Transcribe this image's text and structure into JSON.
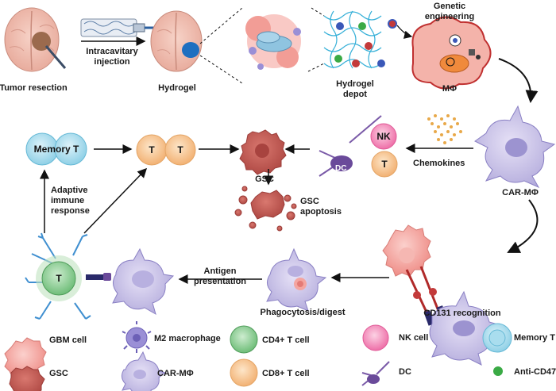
{
  "top_row": {
    "tumor_resection": "Tumor resection",
    "injection_line1": "Intracavitary",
    "injection_line2": "injection",
    "hydrogel": "Hydrogel",
    "depot_line1": "Hydrogel",
    "depot_line2": "depot",
    "genetic_line1": "Genetic",
    "genetic_line2": "engineering",
    "macrophage": "MΦ"
  },
  "middle": {
    "memory_t": "Memory T",
    "t": "T",
    "gsc": "GSC",
    "nk": "NK",
    "dc": "DC",
    "chemokines": "Chemokines",
    "car_m": "CAR-MΦ",
    "gsc_apoptosis_line1": "GSC",
    "gsc_apoptosis_line2": "apoptosis",
    "adaptive_line1": "Adaptive",
    "adaptive_line2": "immune",
    "adaptive_line3": "response"
  },
  "bottom": {
    "antigen_line1": "Antigen",
    "antigen_line2": "presentation",
    "phagocytosis": "Phagocytosis/digest",
    "cd131": "CD131 recognition"
  },
  "legend": [
    {
      "label": "GBM cell",
      "icon": "gbm-cell-icon"
    },
    {
      "label": "M2 macrophage",
      "icon": "m2-macrophage-icon"
    },
    {
      "label": "CD4+ T cell",
      "icon": "cd4-t-cell-icon"
    },
    {
      "label": "NK cell",
      "icon": "nk-cell-icon"
    },
    {
      "label": "Memory T cell",
      "icon": "memory-t-cell-icon"
    },
    {
      "label": "GSC",
      "icon": "gsc-icon"
    },
    {
      "label": "CAR-MΦ",
      "icon": "car-macrophage-icon"
    },
    {
      "label": "CD8+ T cell",
      "icon": "cd8-t-cell-icon"
    },
    {
      "label": "DC",
      "icon": "dc-icon"
    },
    {
      "label": "Anti-CD47",
      "icon": "anti-cd47-icon"
    }
  ],
  "colors": {
    "brain": "#f2c4b8",
    "tumor": "#9b6a4d",
    "hydrogel": "#1f6fc0",
    "gsc": "#c9625a",
    "memory_t": "#a9ddee",
    "t_cell": "#f7c58e",
    "nk": "#f38ab8",
    "cd4": "#8fcf96",
    "macrophage": "#cbc4ea",
    "gbm": "#f4a5a0",
    "anti_cd47": "#3aaa45"
  }
}
